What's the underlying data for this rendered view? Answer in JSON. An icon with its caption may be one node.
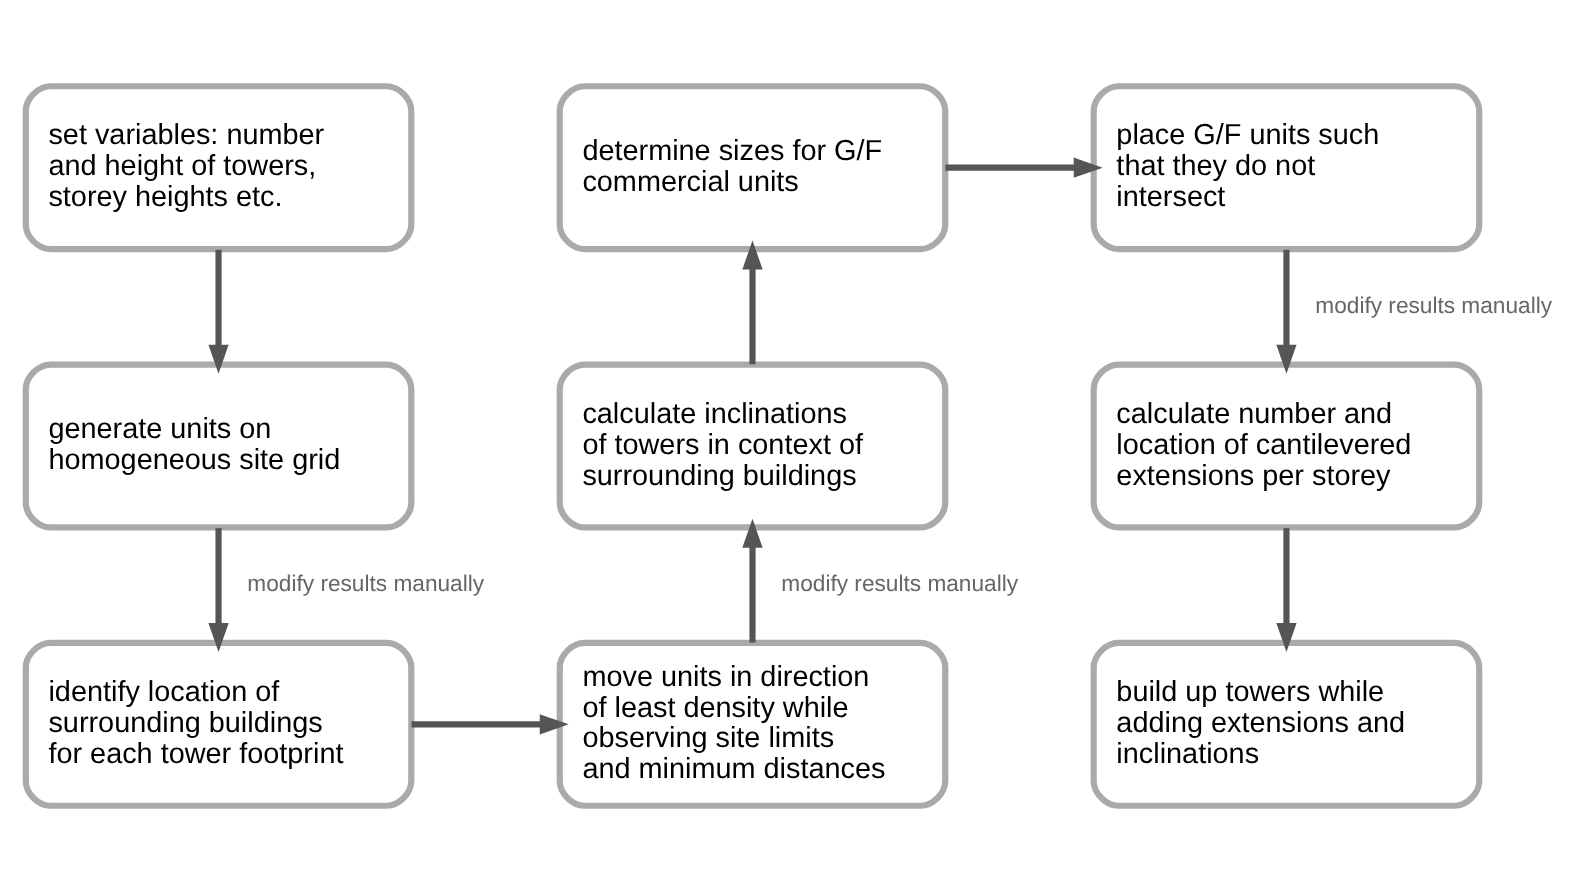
{
  "diagram": {
    "nodes": [
      {
        "text": [
          "set variables: number and height of towers, storey heights etc."
        ]
      },
      {
        "text": [
          "generate units on homogeneous site grid"
        ]
      },
      {
        "text": [
          "identify location of surrounding buildings for each tower footprint"
        ]
      },
      {
        "text": [
          "determine sizes for G/F commercial units"
        ]
      },
      {
        "text": [
          "calculate inclinations of towers in context of surrounding buildings"
        ]
      },
      {
        "text": [
          "move units in direction of least density while observing site limits and minimum distances"
        ]
      },
      {
        "text": [
          "place G/F units such that they do not intersect"
        ]
      },
      {
        "text": [
          "calculate number and location of cantilevered extensions per storey"
        ]
      },
      {
        "text": [
          "build up towers while adding extensions and inclinations"
        ]
      }
    ],
    "edges": [
      {
        "from": 0,
        "to": 1,
        "arrow": "to"
      },
      {
        "from": 1,
        "to": 2,
        "arrow": "to",
        "label": "modify results manually"
      },
      {
        "from": 2,
        "to": 5,
        "arrow": "to"
      },
      {
        "from": 5,
        "to": 4,
        "arrow": "to",
        "label": "modify results manually"
      },
      {
        "from": 4,
        "to": 3,
        "arrow": "to"
      },
      {
        "from": 3,
        "to": 6,
        "arrow": "to"
      },
      {
        "from": 6,
        "to": 7,
        "arrow": "to",
        "label": "modify results manually"
      },
      {
        "from": 7,
        "to": 8,
        "arrow": "to"
      }
    ]
  }
}
